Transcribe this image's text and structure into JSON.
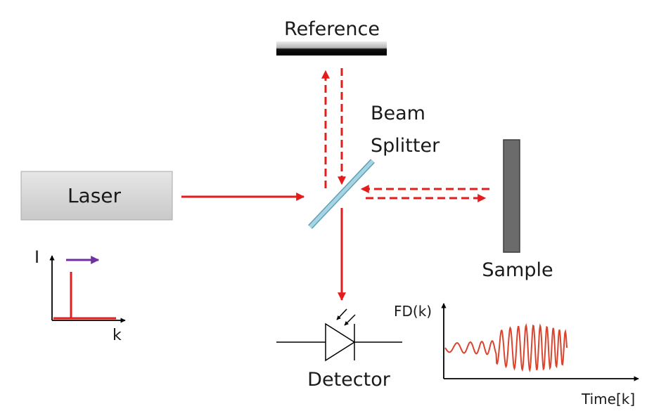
{
  "labels": {
    "reference": "Reference",
    "beam_splitter_line1": "Beam",
    "beam_splitter_line2": "Splitter",
    "laser": "Laser",
    "sample": "Sample",
    "detector": "Detector"
  },
  "laser_spectrum_plot": {
    "ylabel": "I",
    "xlabel": "k"
  },
  "detector_signal_plot": {
    "ylabel": "FD(k)",
    "xlabel": "Time[k]"
  },
  "colors": {
    "beam": "#e41c1c",
    "sweep_arrow": "#7030a0",
    "signal": "#d9442e",
    "splitter_fill": "#a6d4e2",
    "sample_fill": "#6b6b6b",
    "reference_fill": "#111111",
    "laser_fill": "#d4d4d4"
  }
}
